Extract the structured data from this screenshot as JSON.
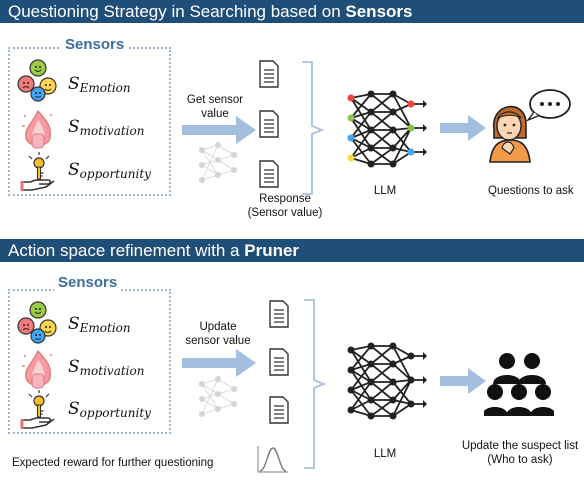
{
  "section1": {
    "title_prefix": "Questioning Strategy in Searching based on ",
    "title_bold": "Sensors",
    "sensors_title": "Sensors",
    "sensors": [
      {
        "symbol": "S",
        "sub": "Emotion",
        "icon": "emotion-faces-icon"
      },
      {
        "symbol": "S",
        "sub": "motivation",
        "icon": "fire-hand-icon"
      },
      {
        "symbol": "S",
        "sub": "opportunity",
        "icon": "key-hand-icon"
      }
    ],
    "get_sensor_label_1": "Get sensor",
    "get_sensor_label_2": "value",
    "response_label_1": "Response",
    "response_label_2": "(Sensor value)",
    "llm_label": "LLM",
    "output_label": "Questions to ask",
    "output_icon": "thinking-person-icon"
  },
  "section2": {
    "title_prefix": "Action space refinement with a ",
    "title_bold": "Pruner",
    "sensors_title": "Sensors",
    "sensors": [
      {
        "symbol": "S",
        "sub": "Emotion",
        "icon": "emotion-faces-icon"
      },
      {
        "symbol": "S",
        "sub": "motivation",
        "icon": "fire-hand-icon"
      },
      {
        "symbol": "S",
        "sub": "opportunity",
        "icon": "key-hand-icon"
      }
    ],
    "update_label_1": "Update",
    "update_label_2": "sensor value",
    "reward_label": "Expected reward for further questioning",
    "llm_label": "LLM",
    "output_label_1": "Update the suspect list",
    "output_label_2": "(Who to ask)",
    "output_icon": "people-group-icon"
  },
  "colors": {
    "banner": "#1f4e79",
    "sensor_title": "#3d6e9c",
    "arrow": "#a3bedf",
    "bracket": "#a9c1dd"
  }
}
